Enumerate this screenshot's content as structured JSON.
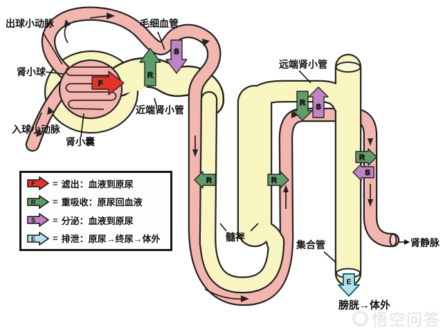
{
  "diagram": {
    "labels": {
      "efferent_arteriole": "出球小动脉",
      "capillary": "毛细血管",
      "glomerulus": "肾小球",
      "afferent_arteriole": "入球小动脉",
      "bowmans_capsule": "肾小囊",
      "proximal_tubule": "近端肾小管",
      "distal_tubule": "远端肾小管",
      "loop_of_henle": "髓袢",
      "collecting_duct": "集合管",
      "renal_vein": "肾静脉",
      "bladder_out": "膀胱→体外"
    },
    "process_letters": {
      "filtration": "F",
      "reabsorption": "R",
      "secretion": "S",
      "excretion": "E"
    }
  },
  "colors": {
    "vessel_pink": "#f3b6af",
    "tubule_yellow": "#f8f5c0",
    "filtration_red": "#e63329",
    "reabsorption_green": "#5f9e68",
    "secretion_purple": "#c083c6",
    "excretion_blue": "#b5e2ef",
    "outline": "#242424"
  },
  "legend": {
    "equals": "=",
    "items": [
      {
        "letter": "F",
        "color": "#e63329",
        "text": "滤出：血液到原尿"
      },
      {
        "letter": "R",
        "color": "#5f9e68",
        "text": "重吸收：原尿回血液"
      },
      {
        "letter": "S",
        "color": "#c083c6",
        "text": "分泌：血液到原尿"
      },
      {
        "letter": "E",
        "color": "#b5e2ef",
        "text": "排泄：原尿→终尿→体外"
      }
    ]
  },
  "watermark": {
    "text": "悟空问答"
  }
}
